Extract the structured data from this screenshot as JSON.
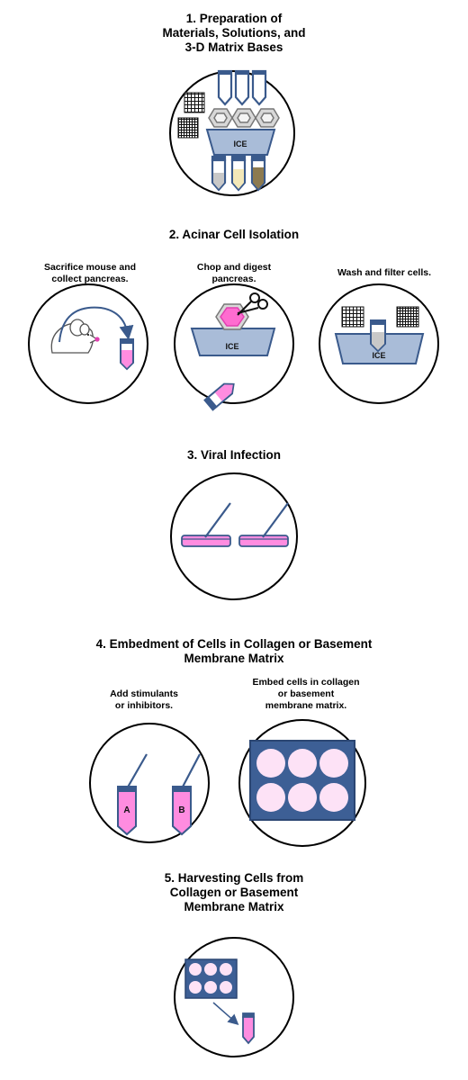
{
  "steps": [
    {
      "title_lines": [
        "1. Preparation of",
        "Materials, Solutions, and",
        "3-D Matrix Bases"
      ],
      "labels": {
        "ice": "ICE"
      }
    },
    {
      "title_lines": [
        "2. Acinar Cell Isolation"
      ],
      "panels": [
        {
          "caption_lines": [
            "Sacrifice mouse and",
            "collect pancreas."
          ]
        },
        {
          "caption_lines": [
            "Chop and digest",
            "pancreas."
          ],
          "ice_label": "ICE"
        },
        {
          "caption_lines": [
            "Wash and filter cells."
          ],
          "ice_label": "ICE"
        }
      ]
    },
    {
      "title_lines": [
        "3. Viral Infection"
      ]
    },
    {
      "title_lines": [
        "4. Embedment of Cells in Collagen or Basement",
        "Membrane Matrix"
      ],
      "panels": [
        {
          "caption_lines": [
            "Add stimulants",
            "or inhibitors."
          ],
          "tube_labels": [
            "A",
            "B"
          ]
        },
        {
          "caption_lines": [
            "Embed cells in collagen",
            "or basement",
            "membrane matrix."
          ]
        }
      ]
    },
    {
      "title_lines": [
        "5. Harvesting Cells from",
        "Collagen or Basement",
        "Membrane Matrix"
      ]
    }
  ],
  "colors": {
    "tube_outline": "#3a5a8c",
    "ice_fill": "#a9bcd8",
    "pink": "#ff8ce0",
    "magenta": "#e040b0",
    "plate_blue": "#3d5f95",
    "well_fill": "#fde2f6",
    "tube_white": "#ffffff",
    "tube_grey": "#c8c8c8",
    "tube_cream": "#f3e8b8",
    "tube_olive": "#8c7a50"
  }
}
